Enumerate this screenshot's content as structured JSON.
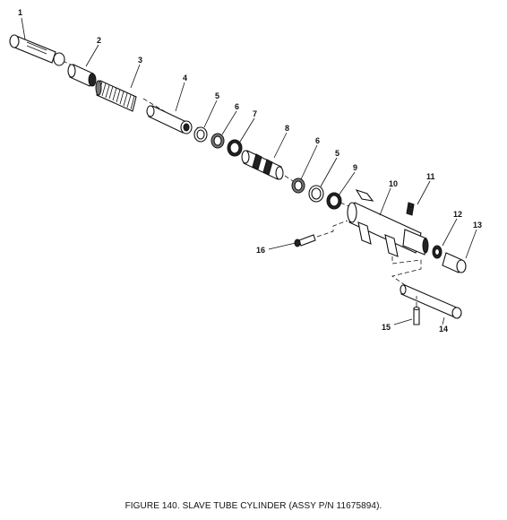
{
  "figure": {
    "caption": "FIGURE 140. SLAVE TUBE CYLINDER (ASSY P/N 11675894).",
    "callouts": [
      "1",
      "2",
      "3",
      "4",
      "5",
      "6",
      "7",
      "8",
      "6",
      "5",
      "9",
      "10",
      "11",
      "12",
      "13",
      "16",
      "15",
      "14"
    ]
  }
}
